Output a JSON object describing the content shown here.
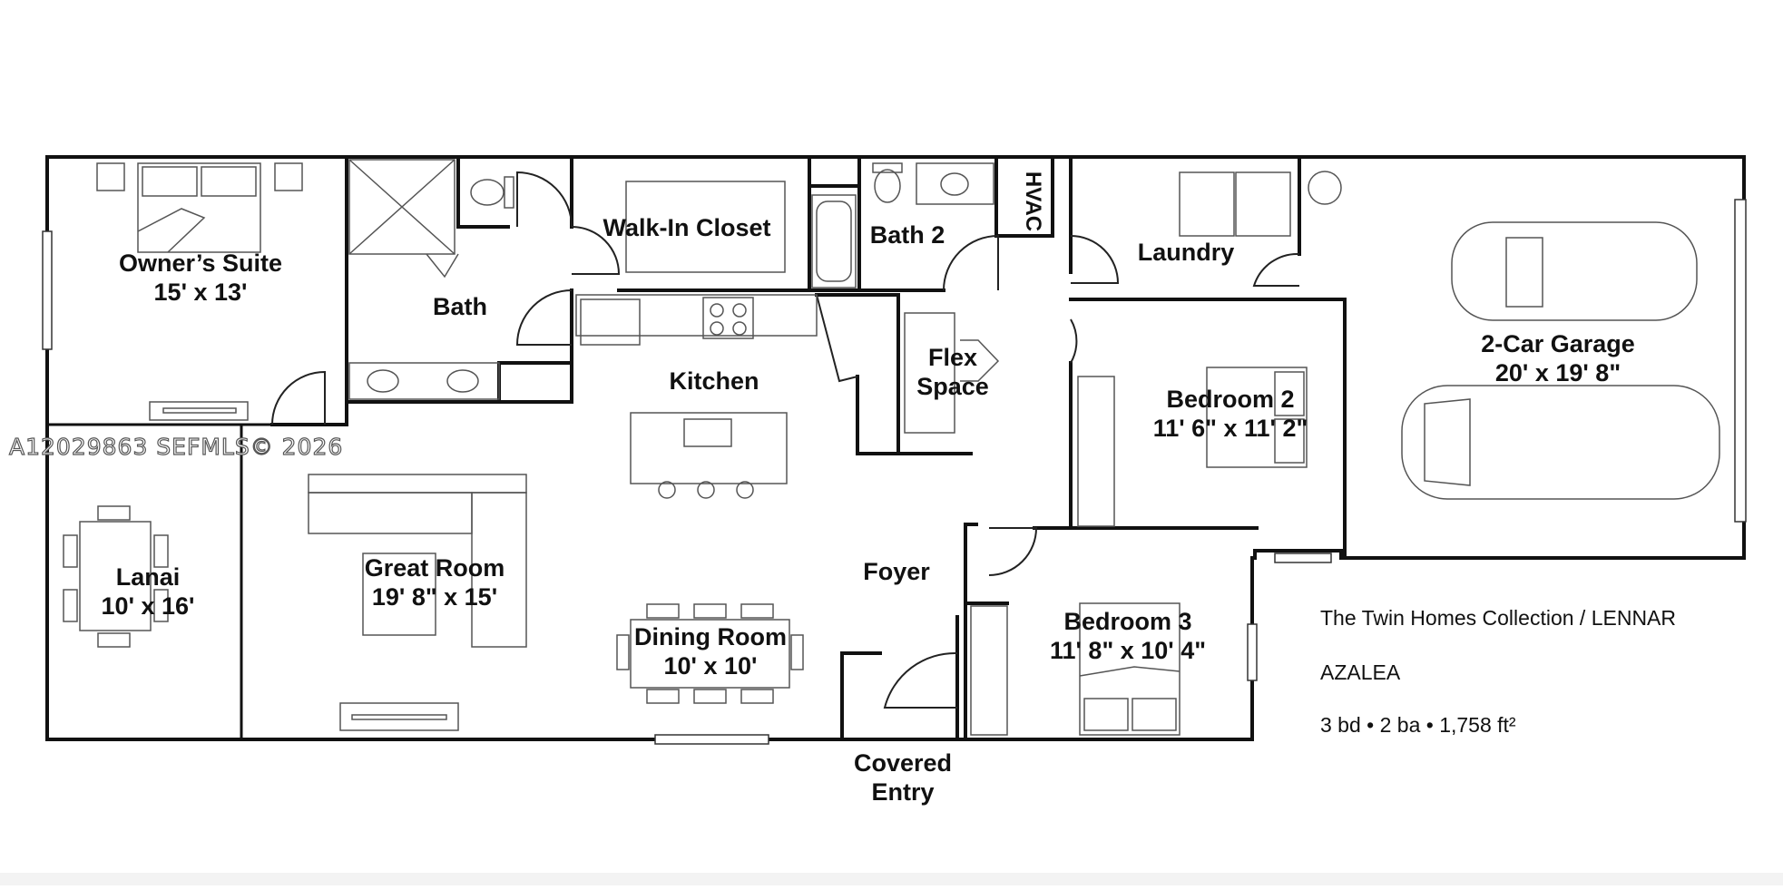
{
  "rooms": {
    "owners_suite": {
      "name": "Owner’s Suite",
      "size": "15' x 13'"
    },
    "bath": {
      "name": "Bath"
    },
    "walk_in_closet": {
      "name": "Walk-In Closet"
    },
    "bath_2": {
      "name": "Bath 2"
    },
    "hvac": {
      "name": "HVAC"
    },
    "laundry": {
      "name": "Laundry"
    },
    "garage": {
      "name": "2-Car Garage",
      "size": "20' x 19' 8\""
    },
    "kitchen": {
      "name": "Kitchen"
    },
    "flex_space": {
      "name": "Flex",
      "name_line2": "Space"
    },
    "bedroom_2": {
      "name": "Bedroom 2",
      "size": "11' 6\" x 11' 2\""
    },
    "lanai": {
      "name": "Lanai",
      "size": "10' x 16'"
    },
    "great_room": {
      "name": "Great Room",
      "size": "19' 8\" x 15'"
    },
    "foyer": {
      "name": "Foyer"
    },
    "dining_room": {
      "name": "Dining Room",
      "size": "10' x 10'"
    },
    "bedroom_3": {
      "name": "Bedroom 3",
      "size": "11' 8\" x 10' 4\""
    },
    "covered_entry": {
      "name": "Covered",
      "name_line2": "Entry"
    }
  },
  "info": {
    "collection": "The Twin Homes Collection / LENNAR",
    "model": "AZALEA",
    "specs": "3 bd • 2 ba • 1,758 ft²"
  },
  "watermark": "A12029863  SEFMLS© 2026",
  "colors": {
    "wall": "#111111",
    "fixture": "#444444",
    "background": "#ffffff"
  }
}
